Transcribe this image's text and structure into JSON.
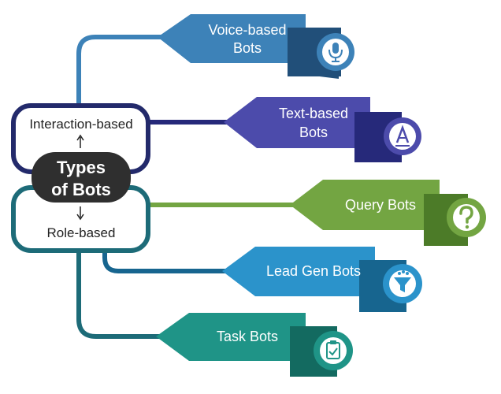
{
  "center": {
    "line1": "Types",
    "line2": "of Bots"
  },
  "groups": {
    "interaction": "Interaction-based",
    "role": "Role-based"
  },
  "bots": [
    {
      "line1": "Voice-based",
      "line2": "Bots",
      "icon": "microphone-icon",
      "color": "#3d82b8",
      "dark": "#214f79"
    },
    {
      "line1": "Text-based",
      "line2": "Bots",
      "icon": "letter-a-icon",
      "color": "#4c4bab",
      "dark": "#26297a"
    },
    {
      "line1": "Query Bots",
      "line2": "",
      "icon": "question-mark-icon",
      "color": "#73a542",
      "dark": "#4c7b28"
    },
    {
      "line1": "Lead Gen Bots",
      "line2": "",
      "icon": "funnel-icon",
      "color": "#2b93cb",
      "dark": "#17658f"
    },
    {
      "line1": "Task Bots",
      "line2": "",
      "icon": "clipboard-check-icon",
      "color": "#1f9487",
      "dark": "#136a60"
    }
  ],
  "colors": {
    "interaction_frame": "#232a6b",
    "role_frame": "#1d6b78",
    "center_fill": "#2f2f2f"
  }
}
